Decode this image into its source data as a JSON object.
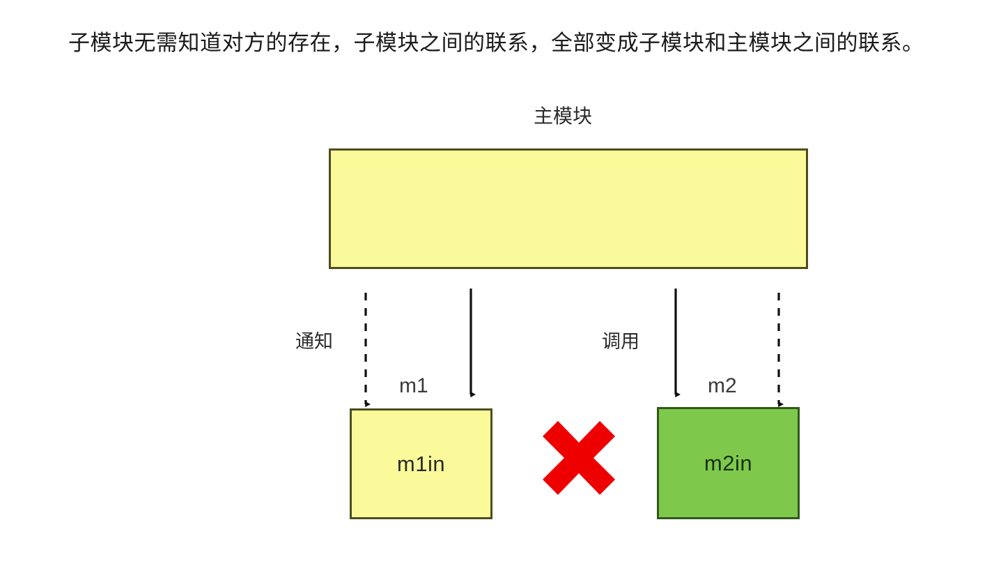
{
  "diagram": {
    "title": "子模块无需知道对方的存在，子模块之间的联系，全部变成子模块和主模块之间的联系。",
    "main_module": {
      "label": "主模块",
      "box_text": "",
      "fill_color": "#fafa9b",
      "border_color": "#4d4d22"
    },
    "submodules": [
      {
        "name": "m1",
        "box_text": "m1in",
        "fill_color": "#fafa9b",
        "border_color": "#4d4d22"
      },
      {
        "name": "m2",
        "box_text": "m2in",
        "fill_color": "#7ec94b",
        "border_color": "#31581b"
      }
    ],
    "connections": [
      {
        "label": "通知",
        "style": "dashed",
        "direction": "up",
        "from": "m1",
        "to": "主模块"
      },
      {
        "label": "",
        "style": "solid",
        "direction": "down",
        "from": "主模块",
        "to": "m1"
      },
      {
        "label": "调用",
        "style": "solid",
        "direction": "down",
        "from": "主模块",
        "to": "m2"
      },
      {
        "label": "",
        "style": "dashed",
        "direction": "up",
        "from": "m2",
        "to": "主模块"
      }
    ],
    "forbidden_link": {
      "icon": "red-cross-icon",
      "color": "#ee0000",
      "between": [
        "m1in",
        "m2in"
      ]
    }
  }
}
